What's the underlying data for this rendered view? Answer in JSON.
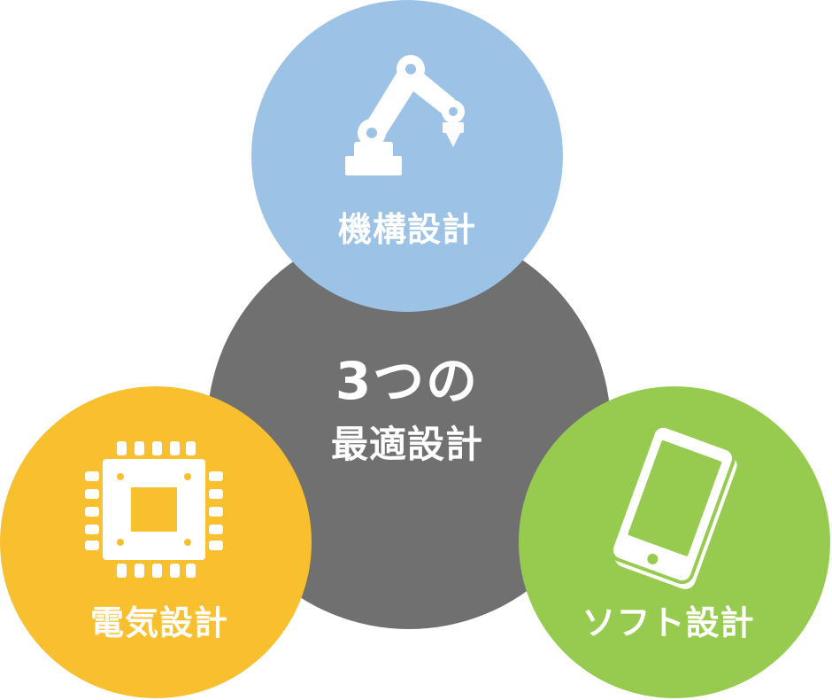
{
  "center": {
    "title": "3つの",
    "subtitle": "最適設計",
    "color": "#707070"
  },
  "mechanical": {
    "label": "機構設計",
    "icon": "robot-arm-icon",
    "color": "#9cc3e6"
  },
  "electrical": {
    "label": "電気設計",
    "icon": "microchip-icon",
    "color": "#f8bf2f"
  },
  "software": {
    "label": "ソフト設計",
    "icon": "smartphone-icon",
    "color": "#97cb50"
  }
}
